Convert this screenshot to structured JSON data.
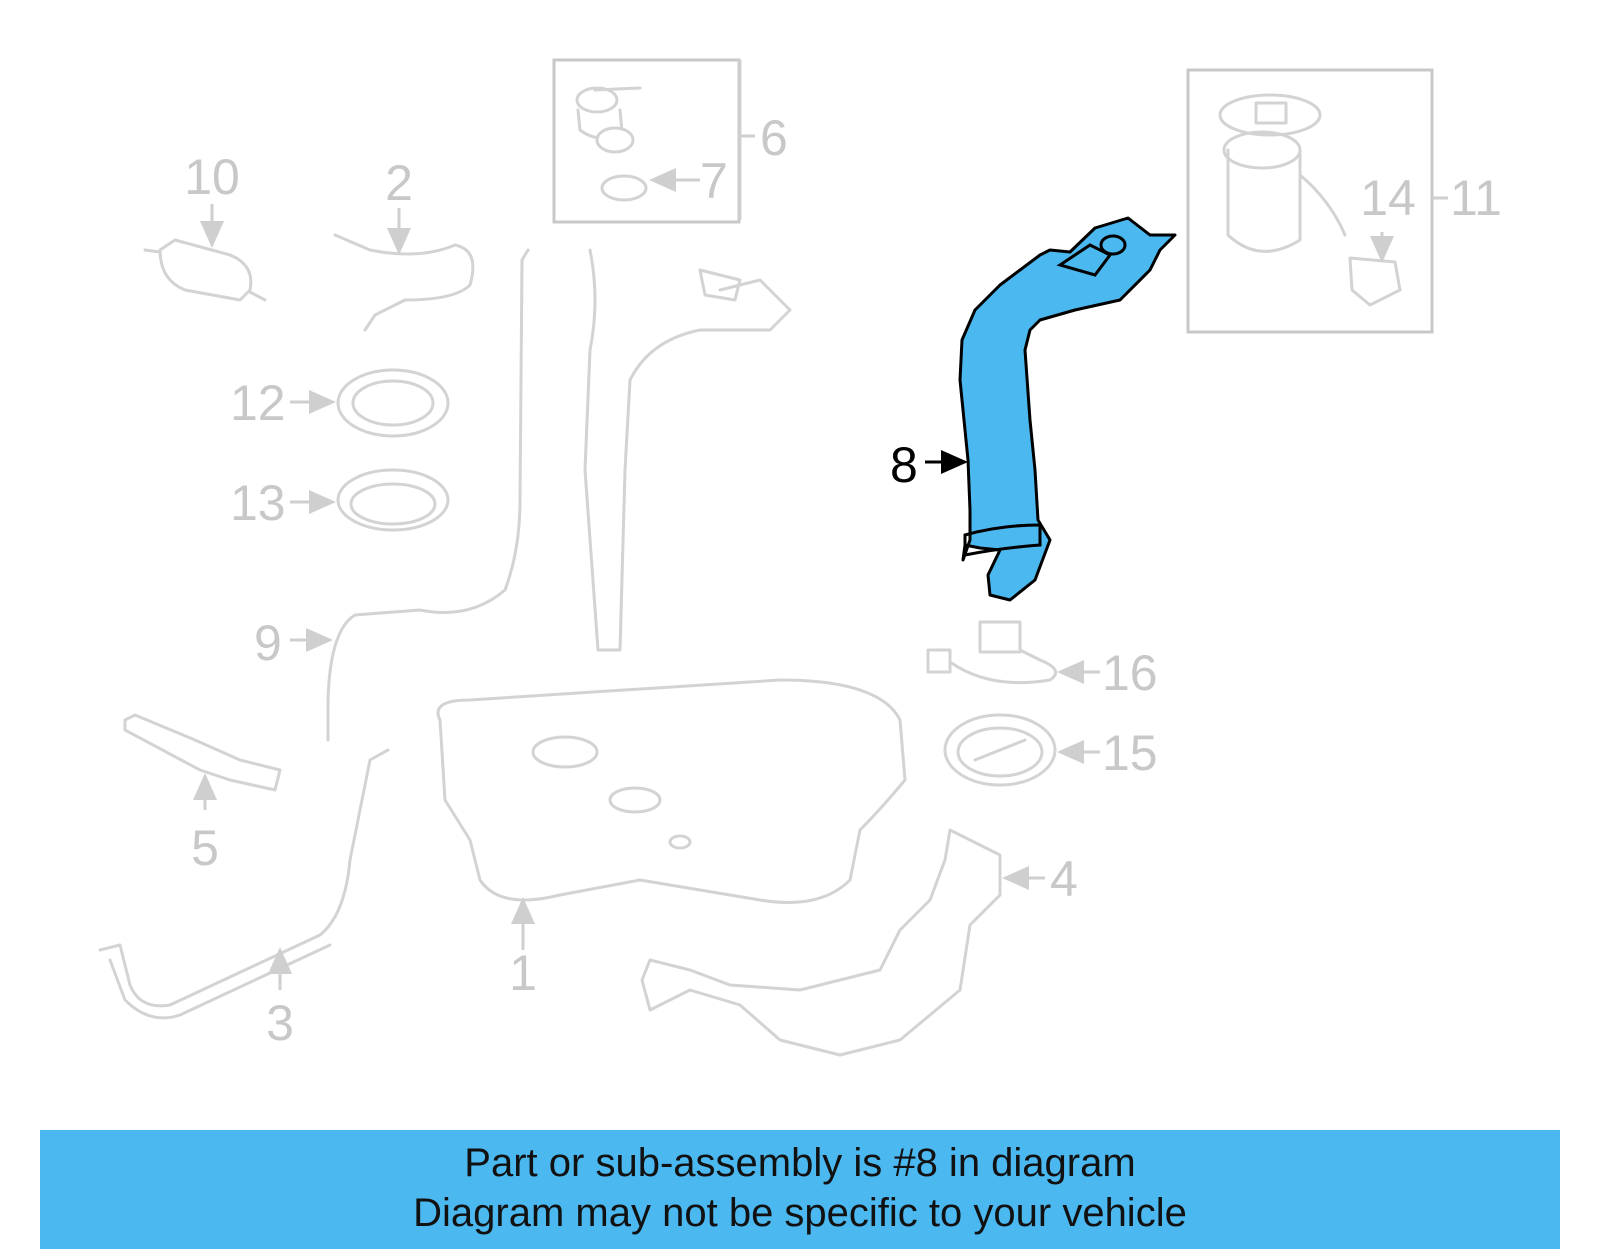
{
  "callouts": {
    "c1": "1",
    "c2": "2",
    "c3": "3",
    "c4": "4",
    "c5": "5",
    "c6": "6",
    "c7": "7",
    "c8": "8",
    "c9": "9",
    "c10": "10",
    "c11": "11",
    "c12": "12",
    "c13": "13",
    "c14": "14",
    "c15": "15",
    "c16": "16"
  },
  "highlight": {
    "part": "8",
    "color": "#4bb8f0"
  },
  "banner": {
    "line1": "Part or sub-assembly is #8 in diagram",
    "line2": "Diagram may not be specific to your vehicle",
    "color": "#4bb8f0"
  }
}
